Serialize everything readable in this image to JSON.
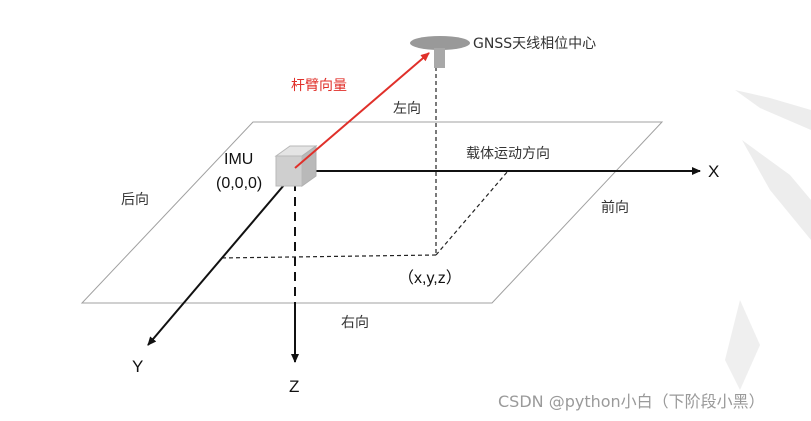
{
  "labels": {
    "gnss": "GNSS天线相位中心",
    "lever_arm": "杆臂向量",
    "left": "左向",
    "imu": "IMU",
    "origin": "(0,0,0)",
    "motion_dir": "载体运动方向",
    "x_axis": "X",
    "back": "后向",
    "front": "前向",
    "point": "（x,y,z）",
    "right": "右向",
    "y_axis": "Y",
    "z_axis": "Z"
  },
  "watermark": "CSDN @python小白（下阶段小黑）",
  "colors": {
    "lever_arm": "#e0302a",
    "axes": "#111111",
    "plane": "#9a9a9a",
    "imu_box": "#c8c8c8",
    "watermark_shape": "#ededed"
  }
}
